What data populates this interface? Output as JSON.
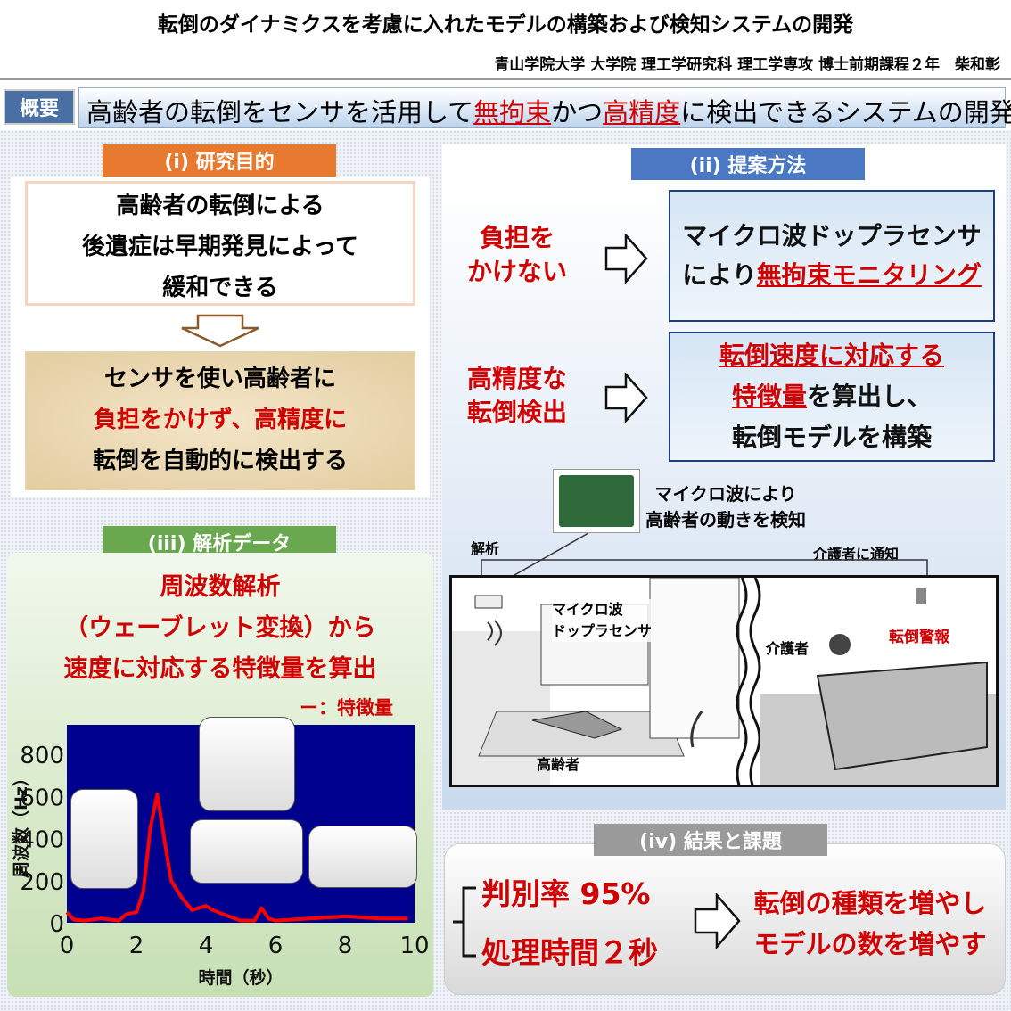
{
  "title": "転倒のダイナミクスを考慮に入れたモデルの構築および検知システムの開発",
  "author": "青山学院大学 大学院 理工学研究科 理工学専攻 博士前期課程２年　柴和彰",
  "summary": {
    "label": "概要",
    "text_a": "高齢者の転倒をセンサを活用して",
    "text_b": "無拘束",
    "text_c": "かつ",
    "text_d": "高精度",
    "text_e": "に検出できるシステムの開発"
  },
  "s1": {
    "header": "(i) 研究目的",
    "box1": [
      "高齢者の転倒による",
      "後遺症は早期発見によって",
      "緩和できる"
    ],
    "box2_l1": "センサを使い高齢者に",
    "box2_l2": "負担をかけず、高精度に",
    "box2_l3": "転倒を自動的に検出する"
  },
  "s2": {
    "header": "(ii) 提案方法",
    "req1": [
      "負担を",
      "かけない"
    ],
    "req2": [
      "高精度な",
      "転倒検出"
    ],
    "m1_l1": "マイクロ波ドップラセンサ",
    "m1_l2a": "により",
    "m1_l2b": "無拘束モニタリング",
    "m2_l1": "転倒速度に対応する",
    "m2_l2a": "特徴量",
    "m2_l2b": "を算出し、",
    "m2_l3": "転倒モデルを構築",
    "sensor_caption": [
      "マイクロ波により",
      "高齢者の動きを検知"
    ],
    "analysis": "解析",
    "notify": "介護者に通知",
    "sensor_label": [
      "マイクロ波",
      "ドップラセンサ"
    ],
    "caregiver": "介護者",
    "alarm": "転倒警報",
    "elder": "高齢者"
  },
  "s3": {
    "header": "(iii) 解析データ",
    "lines": [
      "周波数解析",
      "（ウェーブレット変換）から",
      "速度に対応する特徴量を算出"
    ],
    "legend": "ー：特徴量"
  },
  "s4": {
    "header": "(iv) 結果と課題",
    "r1": "判別率 95%",
    "r2": "処理時間２秒",
    "f1": "転倒の種類を増やし",
    "f2": "モデルの数を増やす"
  },
  "chart_data": {
    "type": "line",
    "xlabel": "時間（秒）",
    "ylabel": "周波数（Hz）",
    "xlim": [
      0,
      10
    ],
    "ylim": [
      0,
      940
    ],
    "xticks": [
      "0",
      "2",
      "4",
      "6",
      "8",
      "10"
    ],
    "yticks": [
      "0",
      "200",
      "400",
      "600",
      "800"
    ],
    "series": [
      {
        "name": "特徴量",
        "color": "#ff0000",
        "x": [
          0,
          0.2,
          0.5,
          1,
          1.5,
          1.7,
          2,
          2.2,
          2.4,
          2.6,
          2.8,
          3.0,
          3.3,
          3.6,
          4.0,
          4.2,
          4.5,
          5,
          5.4,
          5.6,
          5.8,
          6,
          7,
          8,
          9,
          9.8
        ],
        "y": [
          50,
          15,
          10,
          20,
          10,
          40,
          50,
          150,
          450,
          610,
          400,
          200,
          120,
          60,
          80,
          60,
          40,
          10,
          10,
          70,
          20,
          10,
          20,
          30,
          20,
          20
        ]
      }
    ]
  }
}
